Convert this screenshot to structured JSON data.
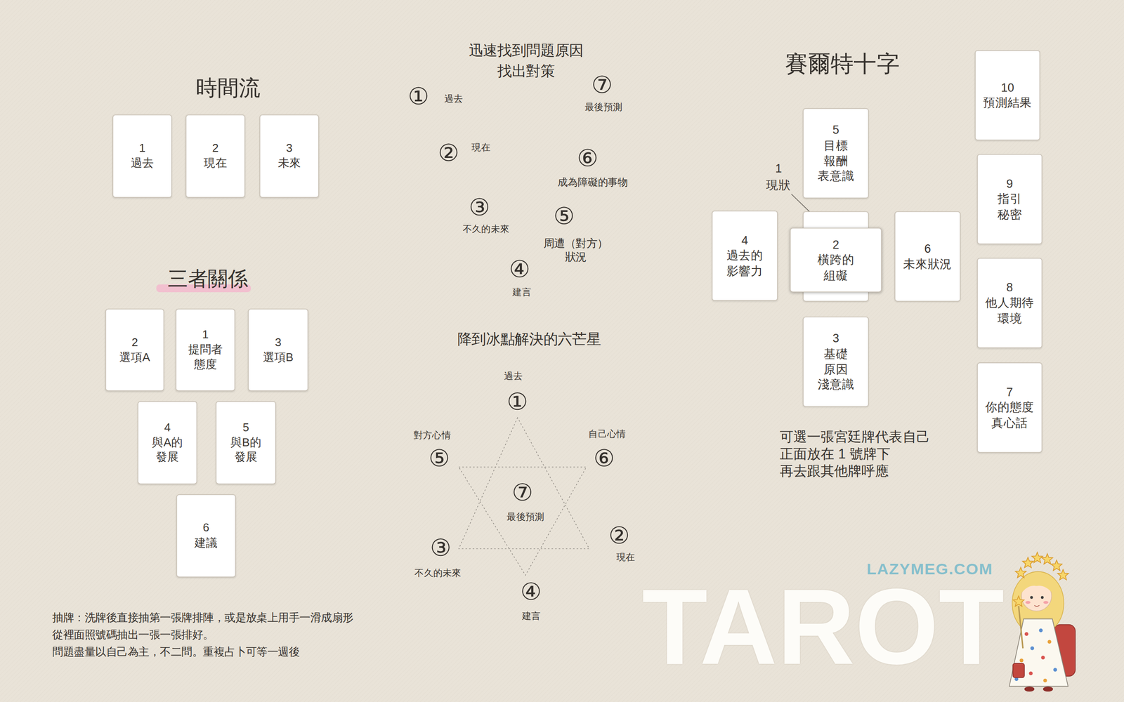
{
  "diagram": {
    "nodes": [
      {
        "text": [
          "1",
          "過去"
        ]
      },
      {
        "text": [
          "2",
          "現在"
        ]
      },
      {
        "text": [
          "3",
          "未來"
        ]
      },
      {
        "text": [
          "2",
          "選項A"
        ]
      },
      {
        "text": [
          "1",
          "提問者 態度"
        ]
      },
      {
        "text": [
          "3",
          "選項B"
        ]
      },
      {
        "text": [
          "4",
          "與A的 發展"
        ]
      },
      {
        "text": [
          "5",
          "與B的 發展"
        ]
      },
      {
        "text": [
          "6",
          "建議"
        ]
      },
      {
        "text": [
          "1",
          "現狀"
        ]
      },
      {
        "text": [
          "2",
          "橫跨的 組礙"
        ]
      },
      {
        "text": [
          "3",
          "基礎 原因 淺意識"
        ]
      },
      {
        "text": [
          "4",
          "過去的 影響力"
        ]
      },
      {
        "text": [
          "5",
          "目標 報酬 表意識"
        ]
      },
      {
        "text": [
          "6",
          "未來狀況"
        ]
      },
      {
        "text": [
          "7",
          "你的態度 真心話"
        ]
      },
      {
        "text": [
          "8",
          "他人期待 環境"
        ]
      },
      {
        "text": [
          "9",
          "指引 秘密"
        ]
      },
      {
        "text": [
          "10",
          "預測結果"
        ]
      }
    ],
    "labels": [
      "時間流",
      "三者關係",
      "迅速找到問題原因 找出對策",
      "①",
      "過去",
      "⑦",
      "最後預測",
      "②",
      "現在",
      "⑥",
      "成為障礙的事物",
      "③",
      "不久的未來",
      "⑤",
      "周遭（對方） 狀況",
      "④",
      "建言",
      "降到冰點解決的六芒星",
      "過去",
      "①",
      "對方心情",
      "⑤",
      "自己心情",
      "⑥",
      "⑦",
      "最後預測",
      "③",
      "不久的未來",
      "②",
      "現在",
      "④",
      "建言",
      "賽爾特十字",
      "可選一張宮廷牌代表自己 正面放在 1 號牌下 再去跟其他牌呼應",
      "抽牌：洗牌後直接抽第一張牌排陣，或是放桌上用手一滑成扇形 從裡面照號碼抽出一張一張排好。",
      "問題盡量以自己為主，不二問。重複占卜可等一週後",
      "LAZYMEG.COM",
      "TAROT"
    ]
  }
}
